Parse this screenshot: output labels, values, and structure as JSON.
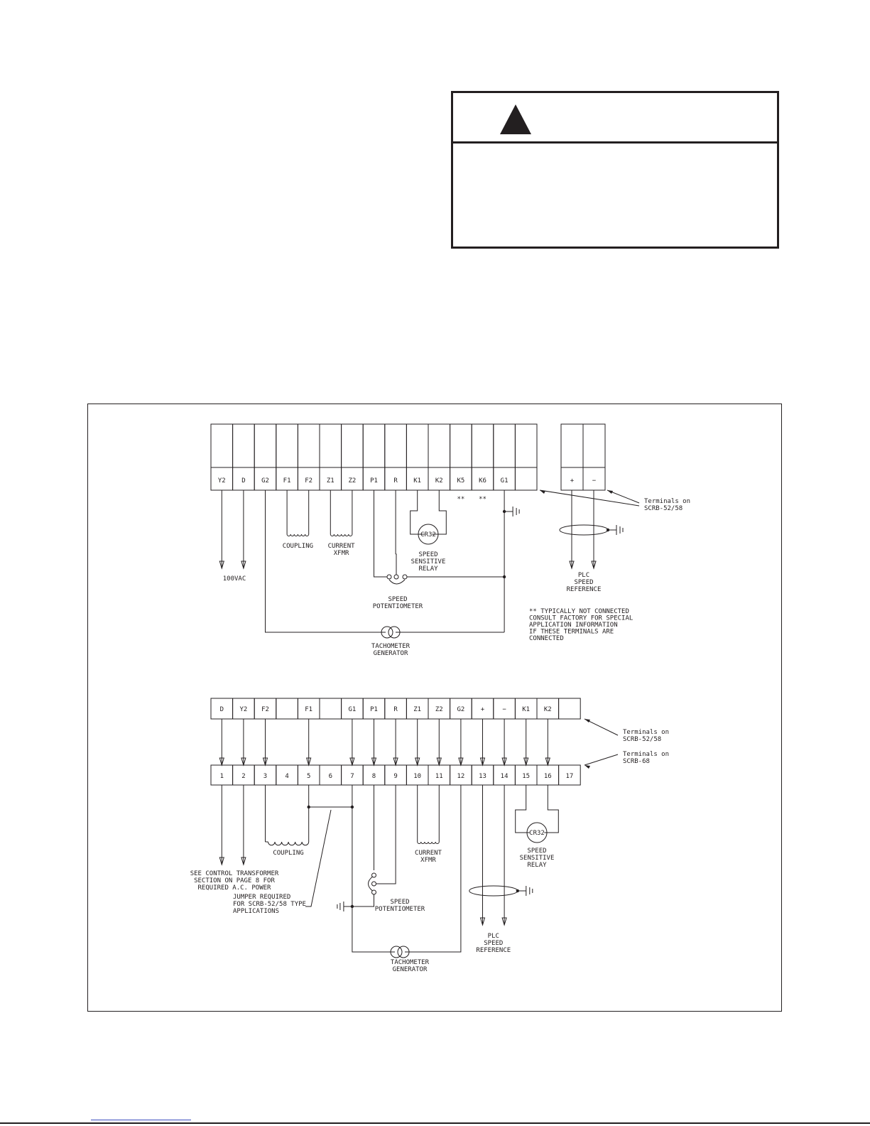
{
  "diagram1": {
    "terminals": [
      "Y2",
      "D",
      "G2",
      "F1",
      "F2",
      "Z1",
      "Z2",
      "P1",
      "R",
      "K1",
      "K2",
      "K5",
      "K6",
      "G1",
      ""
    ],
    "plc_terminals": [
      "+",
      "−"
    ],
    "not_connected_marks": [
      "**",
      "**"
    ],
    "terminals_label": [
      "Terminals on",
      "SCRB-52/58"
    ],
    "coupling": "COUPLING",
    "current_xfmr": [
      "CURRENT",
      "XFMR"
    ],
    "relay_symbol": "CR32",
    "relay_label": [
      "SPEED",
      "SENSITIVE",
      "RELAY"
    ],
    "power_label": "100VAC",
    "plc_label": [
      "PLC",
      "SPEED",
      "REFERENCE"
    ],
    "pot_label": [
      "SPEED",
      "POTENTIOMETER"
    ],
    "tach_label": [
      "TACHOMETER",
      "GENERATOR"
    ],
    "note": [
      "** TYPICALLY NOT CONNECTED",
      "   CONSULT FACTORY FOR SPECIAL",
      "   APPLICATION INFORMATION",
      "   IF THESE TERMINALS ARE",
      "   CONNECTED"
    ]
  },
  "diagram2": {
    "top_terminals": [
      "D",
      "Y2",
      "F2",
      "",
      "F1",
      "",
      "G1",
      "P1",
      "R",
      "Z1",
      "Z2",
      "G2",
      "+",
      "−",
      "K1",
      "K2",
      ""
    ],
    "bottom_terminals": [
      "1",
      "2",
      "3",
      "4",
      "5",
      "6",
      "7",
      "8",
      "9",
      "10",
      "11",
      "12",
      "13",
      "14",
      "15",
      "16",
      "17"
    ],
    "top_label": [
      "Terminals on",
      "SCRB-52/58"
    ],
    "bottom_label": [
      "Terminals on",
      "SCRB-68"
    ],
    "coupling": "COUPLING",
    "current_xfmr": [
      "CURRENT",
      "XFMR"
    ],
    "relay_symbol": "CR32",
    "relay_label": [
      "SPEED",
      "SENSITIVE",
      "RELAY"
    ],
    "power_note": [
      "SEE CONTROL TRANSFORMER",
      "SECTION ON PAGE 8 FOR",
      "REQUIRED A.C. POWER"
    ],
    "jumper_note": [
      "JUMPER REQUIRED",
      "FOR SCRB-52/58 TYPE",
      "APPLICATIONS"
    ],
    "pot_label": [
      "SPEED",
      "POTENTIOMETER"
    ],
    "plc_label": [
      "PLC",
      "SPEED",
      "REFERENCE"
    ],
    "tach_label": [
      "TACHOMETER",
      "GENERATOR"
    ]
  }
}
